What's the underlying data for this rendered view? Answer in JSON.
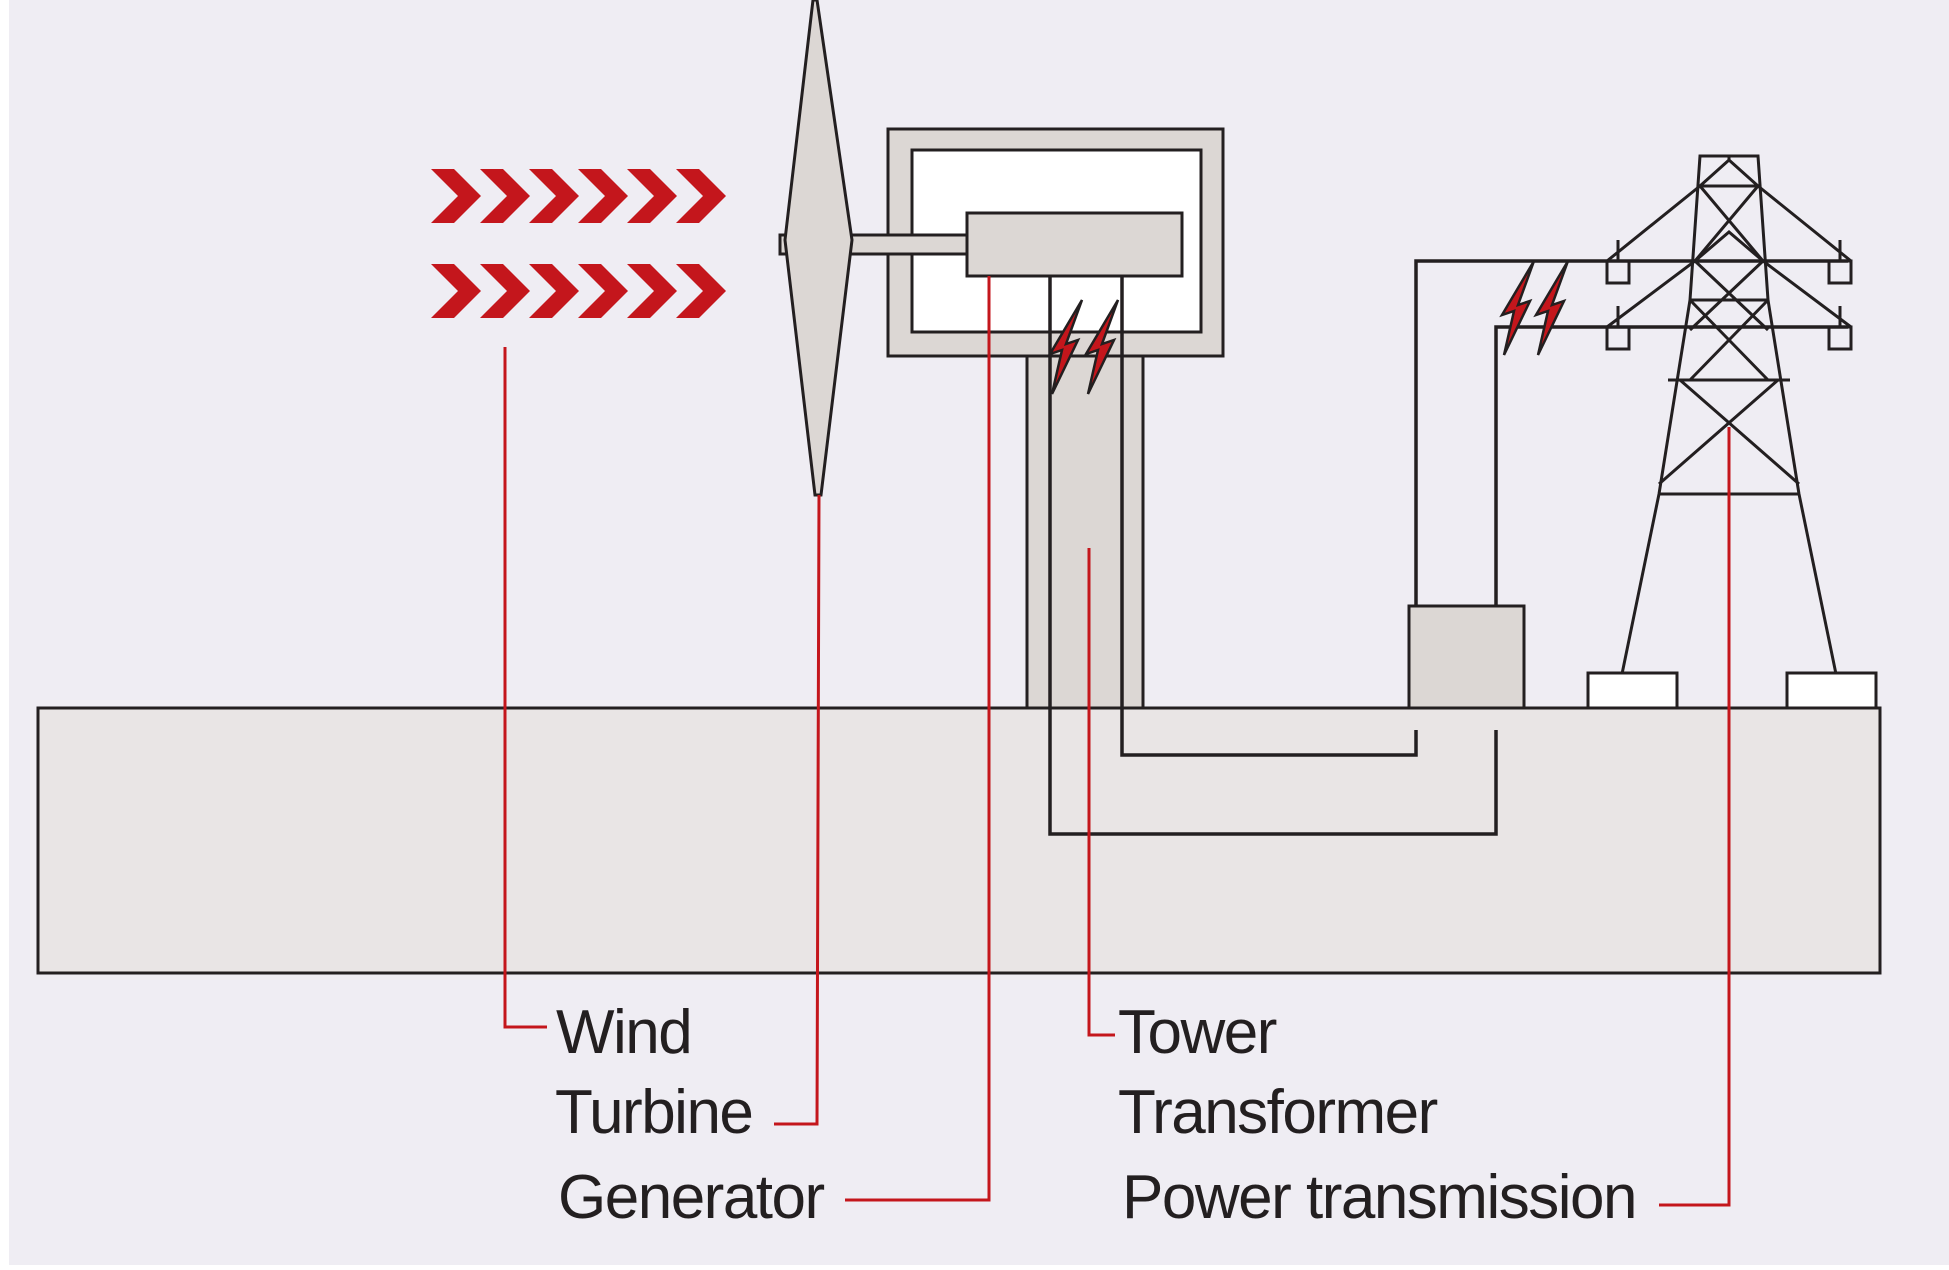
{
  "labels": {
    "wind": "Wind",
    "turbine": "Turbine",
    "generator": "Generator",
    "tower": "Tower",
    "transformer": "Transformer",
    "power_transmission": "Power transmission"
  },
  "colors": {
    "background": "#efedf3",
    "ground": "#e9e5e5",
    "component_fill": "#dcd7d4",
    "outline": "#231f20",
    "accent_red": "#c4161c",
    "nacelle_inner": "#ffffff"
  },
  "icons": {
    "wind_arrows": "chevron-arrows-icon",
    "electric_spark": "lightning-bolt-icon"
  }
}
